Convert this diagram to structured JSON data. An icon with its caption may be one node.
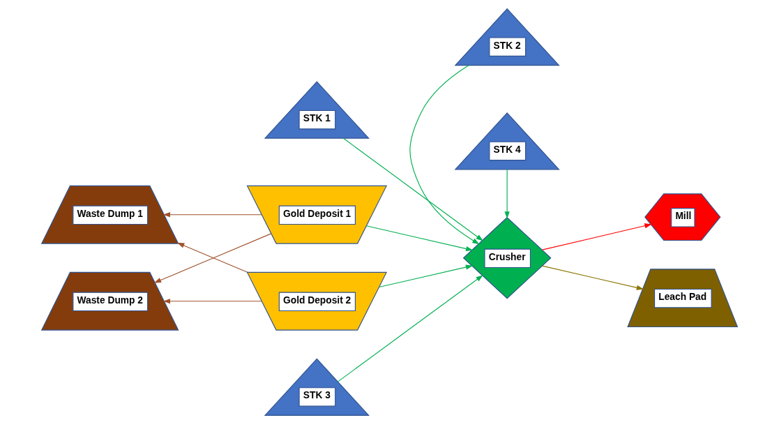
{
  "diagram": {
    "nodes": [
      {
        "text": [
          "STK 1"
        ]
      },
      {
        "text": [
          "STK 2"
        ]
      },
      {
        "text": [
          "Mill"
        ]
      },
      {
        "text": [
          "Waste Dump 1"
        ]
      },
      {
        "text": [
          "Gold Deposit 1"
        ]
      },
      {
        "text": [
          "Crusher"
        ]
      },
      {
        "text": [
          "Gold Deposit 2"
        ]
      },
      {
        "text": [
          "Leach Pad"
        ]
      },
      {
        "text": [
          "Waste Dump 2"
        ]
      },
      {
        "text": [
          "STK 3"
        ]
      },
      {
        "text": [
          "STK 4"
        ]
      }
    ],
    "edges": [
      {
        "from": 4,
        "to": 3,
        "arrow": "to",
        "color": "#a0522d"
      },
      {
        "from": 4,
        "to": 8,
        "arrow": "to",
        "color": "#a0522d"
      },
      {
        "from": 6,
        "to": 3,
        "arrow": "to",
        "color": "#a0522d"
      },
      {
        "from": 6,
        "to": 8,
        "arrow": "to",
        "color": "#a0522d"
      },
      {
        "from": 0,
        "to": 5,
        "arrow": "to"
      },
      {
        "from": 1,
        "to": 5,
        "arrow": "to"
      },
      {
        "from": 4,
        "to": 5,
        "arrow": "to"
      },
      {
        "from": 6,
        "to": 5,
        "arrow": "to"
      },
      {
        "from": 9,
        "to": 5,
        "arrow": "to"
      },
      {
        "from": 10,
        "to": 5,
        "arrow": "to"
      },
      {
        "from": 5,
        "to": 2,
        "arrow": "to",
        "color": "#ff0000"
      },
      {
        "from": 5,
        "to": 7,
        "arrow": "to",
        "color": "#8b7500"
      }
    ]
  }
}
